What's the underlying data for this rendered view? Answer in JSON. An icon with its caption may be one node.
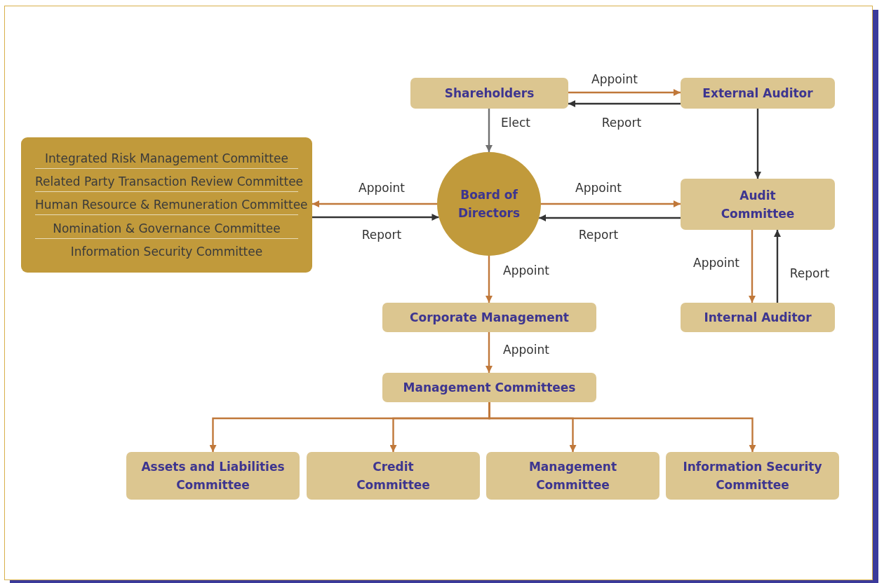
{
  "diagram": {
    "nodes": [
      {
        "text": [
          "Shareholders"
        ]
      },
      {
        "text": [
          "External Auditor"
        ]
      },
      {
        "text": [
          "Integrated Risk Management Committee",
          "Related Party Transaction Review Committee",
          "Human Resource & Remuneration Committee",
          "Nomination & Governance Committee",
          "Information Security Committee"
        ]
      },
      {
        "text": [
          "Board of Directors"
        ]
      },
      {
        "text": [
          "Audit Committee"
        ]
      },
      {
        "text": [
          "Internal Auditor"
        ]
      },
      {
        "text": [
          "Corporate Management"
        ]
      },
      {
        "text": [
          "Management Committees"
        ]
      },
      {
        "text": [
          "Assets and Liabilities Committee"
        ]
      },
      {
        "text": [
          "Credit Committee"
        ]
      },
      {
        "text": [
          "Management Committee"
        ]
      },
      {
        "text": [
          "Information Security Committee"
        ]
      }
    ],
    "edges": [
      {
        "from": 0,
        "to": 1,
        "arrow": "to",
        "label": "Appoint"
      },
      {
        "from": 1,
        "to": 0,
        "arrow": "to",
        "label": "Report",
        "color": "#333333"
      },
      {
        "from": 0,
        "to": 3,
        "arrow": "to",
        "label": "Elect",
        "color": "#707070"
      },
      {
        "from": 3,
        "to": 2,
        "arrow": "to",
        "label": "Appoint"
      },
      {
        "from": 2,
        "to": 3,
        "arrow": "to",
        "label": "Report",
        "color": "#333333"
      },
      {
        "from": 3,
        "to": 4,
        "arrow": "to",
        "label": "Appoint"
      },
      {
        "from": 4,
        "to": 3,
        "arrow": "to",
        "label": "Report",
        "color": "#333333"
      },
      {
        "from": 1,
        "to": 4,
        "arrow": "to",
        "color": "#333333"
      },
      {
        "from": 3,
        "to": 6,
        "arrow": "to",
        "label": "Appoint"
      },
      {
        "from": 4,
        "to": 5,
        "arrow": "to",
        "label": "Appoint"
      },
      {
        "from": 5,
        "to": 4,
        "arrow": "to",
        "label": "Report",
        "color": "#333333"
      },
      {
        "from": 6,
        "to": 7,
        "arrow": "to",
        "label": "Appoint"
      },
      {
        "from": 7,
        "to": 8,
        "arrow": "to"
      },
      {
        "from": 7,
        "to": 9,
        "arrow": "to"
      },
      {
        "from": 7,
        "to": 10,
        "arrow": "to"
      },
      {
        "from": 7,
        "to": 11,
        "arrow": "to"
      }
    ]
  }
}
